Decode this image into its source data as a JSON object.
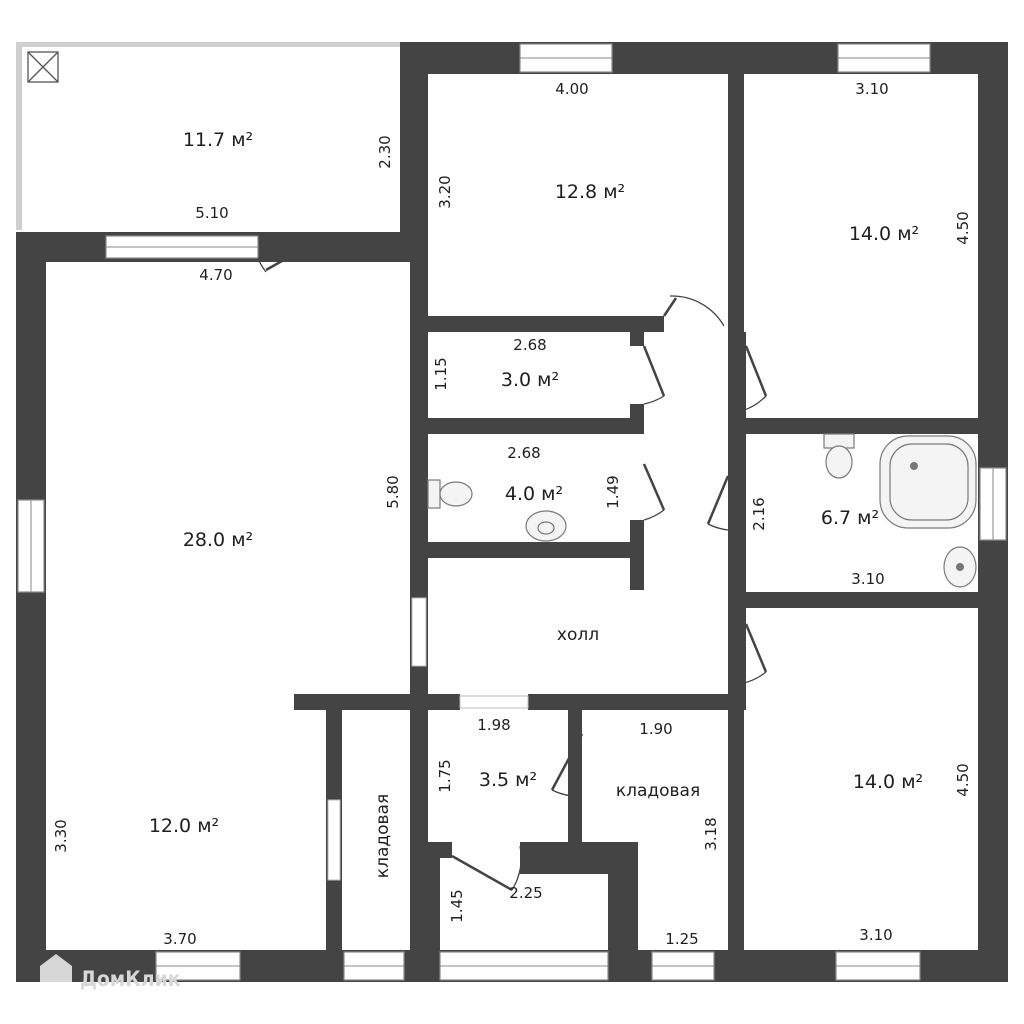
{
  "rooms": [
    {
      "id": "terrace",
      "area": "11.7 м²"
    },
    {
      "id": "bedroom-1",
      "area": "12.8 м²"
    },
    {
      "id": "bedroom-2",
      "area": "14.0 м²"
    },
    {
      "id": "wc-small",
      "area": "3.0 м²"
    },
    {
      "id": "wc",
      "area": "4.0 м²"
    },
    {
      "id": "bathroom",
      "area": "6.7 м²"
    },
    {
      "id": "living",
      "area": "28.0 м²"
    },
    {
      "id": "kitchen",
      "area": "12.0 м²"
    },
    {
      "id": "hall",
      "name": "холл"
    },
    {
      "id": "storage-vertical",
      "name": "кладовая"
    },
    {
      "id": "small-room",
      "area": "3.5 м²"
    },
    {
      "id": "storage",
      "name": "кладовая"
    },
    {
      "id": "bedroom-3",
      "area": "14.0 м²"
    }
  ],
  "dimensions": {
    "terrace_len": "5.10",
    "terrace_h": "2.30",
    "living_top": "4.70",
    "bed1_w": "4.00",
    "bed1_h": "3.20",
    "bed2_w": "3.10",
    "bed2_h": "4.50",
    "wc_small_w": "2.68",
    "wc_small_h": "1.15",
    "wc_w": "2.68",
    "wc_h": "1.49",
    "living_h": "5.80",
    "bath_h": "2.16",
    "bath_w": "3.10",
    "small_room_w": "1.98",
    "small_room_h": "1.75",
    "storage_w": "1.90",
    "storage_h": "3.18",
    "bed3_h": "4.50",
    "bed3_w": "3.10",
    "kitchen_h": "3.30",
    "kitchen_w": "3.70",
    "entry_h": "1.45",
    "entry_w": "2.25",
    "storage_bottom": "1.25"
  },
  "watermark": "ДомКлик"
}
